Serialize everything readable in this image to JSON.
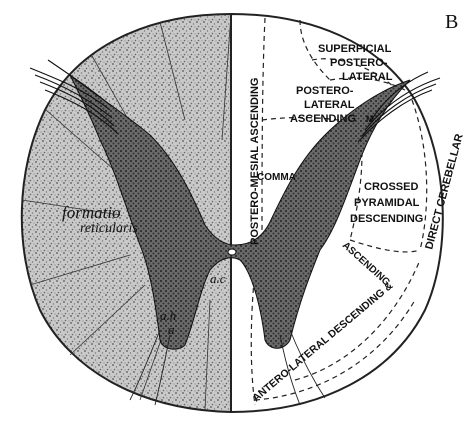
{
  "figure": {
    "plate_letter": "B",
    "labels": {
      "postero_mesial": "POSTERO-MESIAL ASCENDING",
      "superficial": "SUPERFICIAL",
      "postero_dash": "POSTERO-",
      "lateral": "LATERAL",
      "postero2": "POSTERO-",
      "lateral2": "LATERAL",
      "ascending": "ASCENDING",
      "m": "M",
      "comma": "COMMA",
      "crossed": "CROSSED",
      "pyramidal": "PYRAMIDAL",
      "descending": "DESCENDING",
      "direct_cerebellar": "DIRECT CEREBELLAR",
      "ascending_curve": "ASCENDING",
      "antero_lateral": "ANTERO-LATERAL DESCENDING &",
      "formatio": "formatio",
      "reticularis": "reticularis",
      "ac": "a.c",
      "cah": "a.h",
      "ca": "a"
    }
  }
}
